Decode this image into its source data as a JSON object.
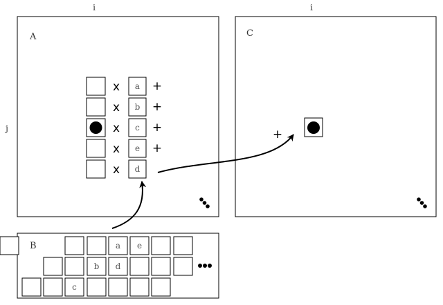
{
  "axis_labels": {
    "i_left": "i",
    "i_right": "i",
    "j": "j"
  },
  "panel_a": {
    "label": "A",
    "rows": [
      {
        "left_filled": false,
        "op": "x",
        "right": "a",
        "suffix": "+"
      },
      {
        "left_filled": false,
        "op": "x",
        "right": "b",
        "suffix": "+"
      },
      {
        "left_filled": true,
        "op": "x",
        "right": "c",
        "suffix": "+"
      },
      {
        "left_filled": false,
        "op": "x",
        "right": "e",
        "suffix": "+"
      },
      {
        "left_filled": false,
        "op": "x",
        "right": "d",
        "suffix": ""
      }
    ]
  },
  "panel_b": {
    "label": "B",
    "rows": [
      [
        "",
        "",
        "a",
        "e",
        "",
        "",
        ""
      ],
      [
        "",
        "",
        "b",
        "d",
        "",
        "",
        ""
      ],
      [
        "",
        "",
        "c",
        "",
        "",
        "",
        ""
      ]
    ]
  },
  "panel_c": {
    "label": "C",
    "plus": "+",
    "cell_filled": true
  },
  "colors": {
    "stroke": "#000000",
    "text": "#333333",
    "background": "#ffffff"
  }
}
